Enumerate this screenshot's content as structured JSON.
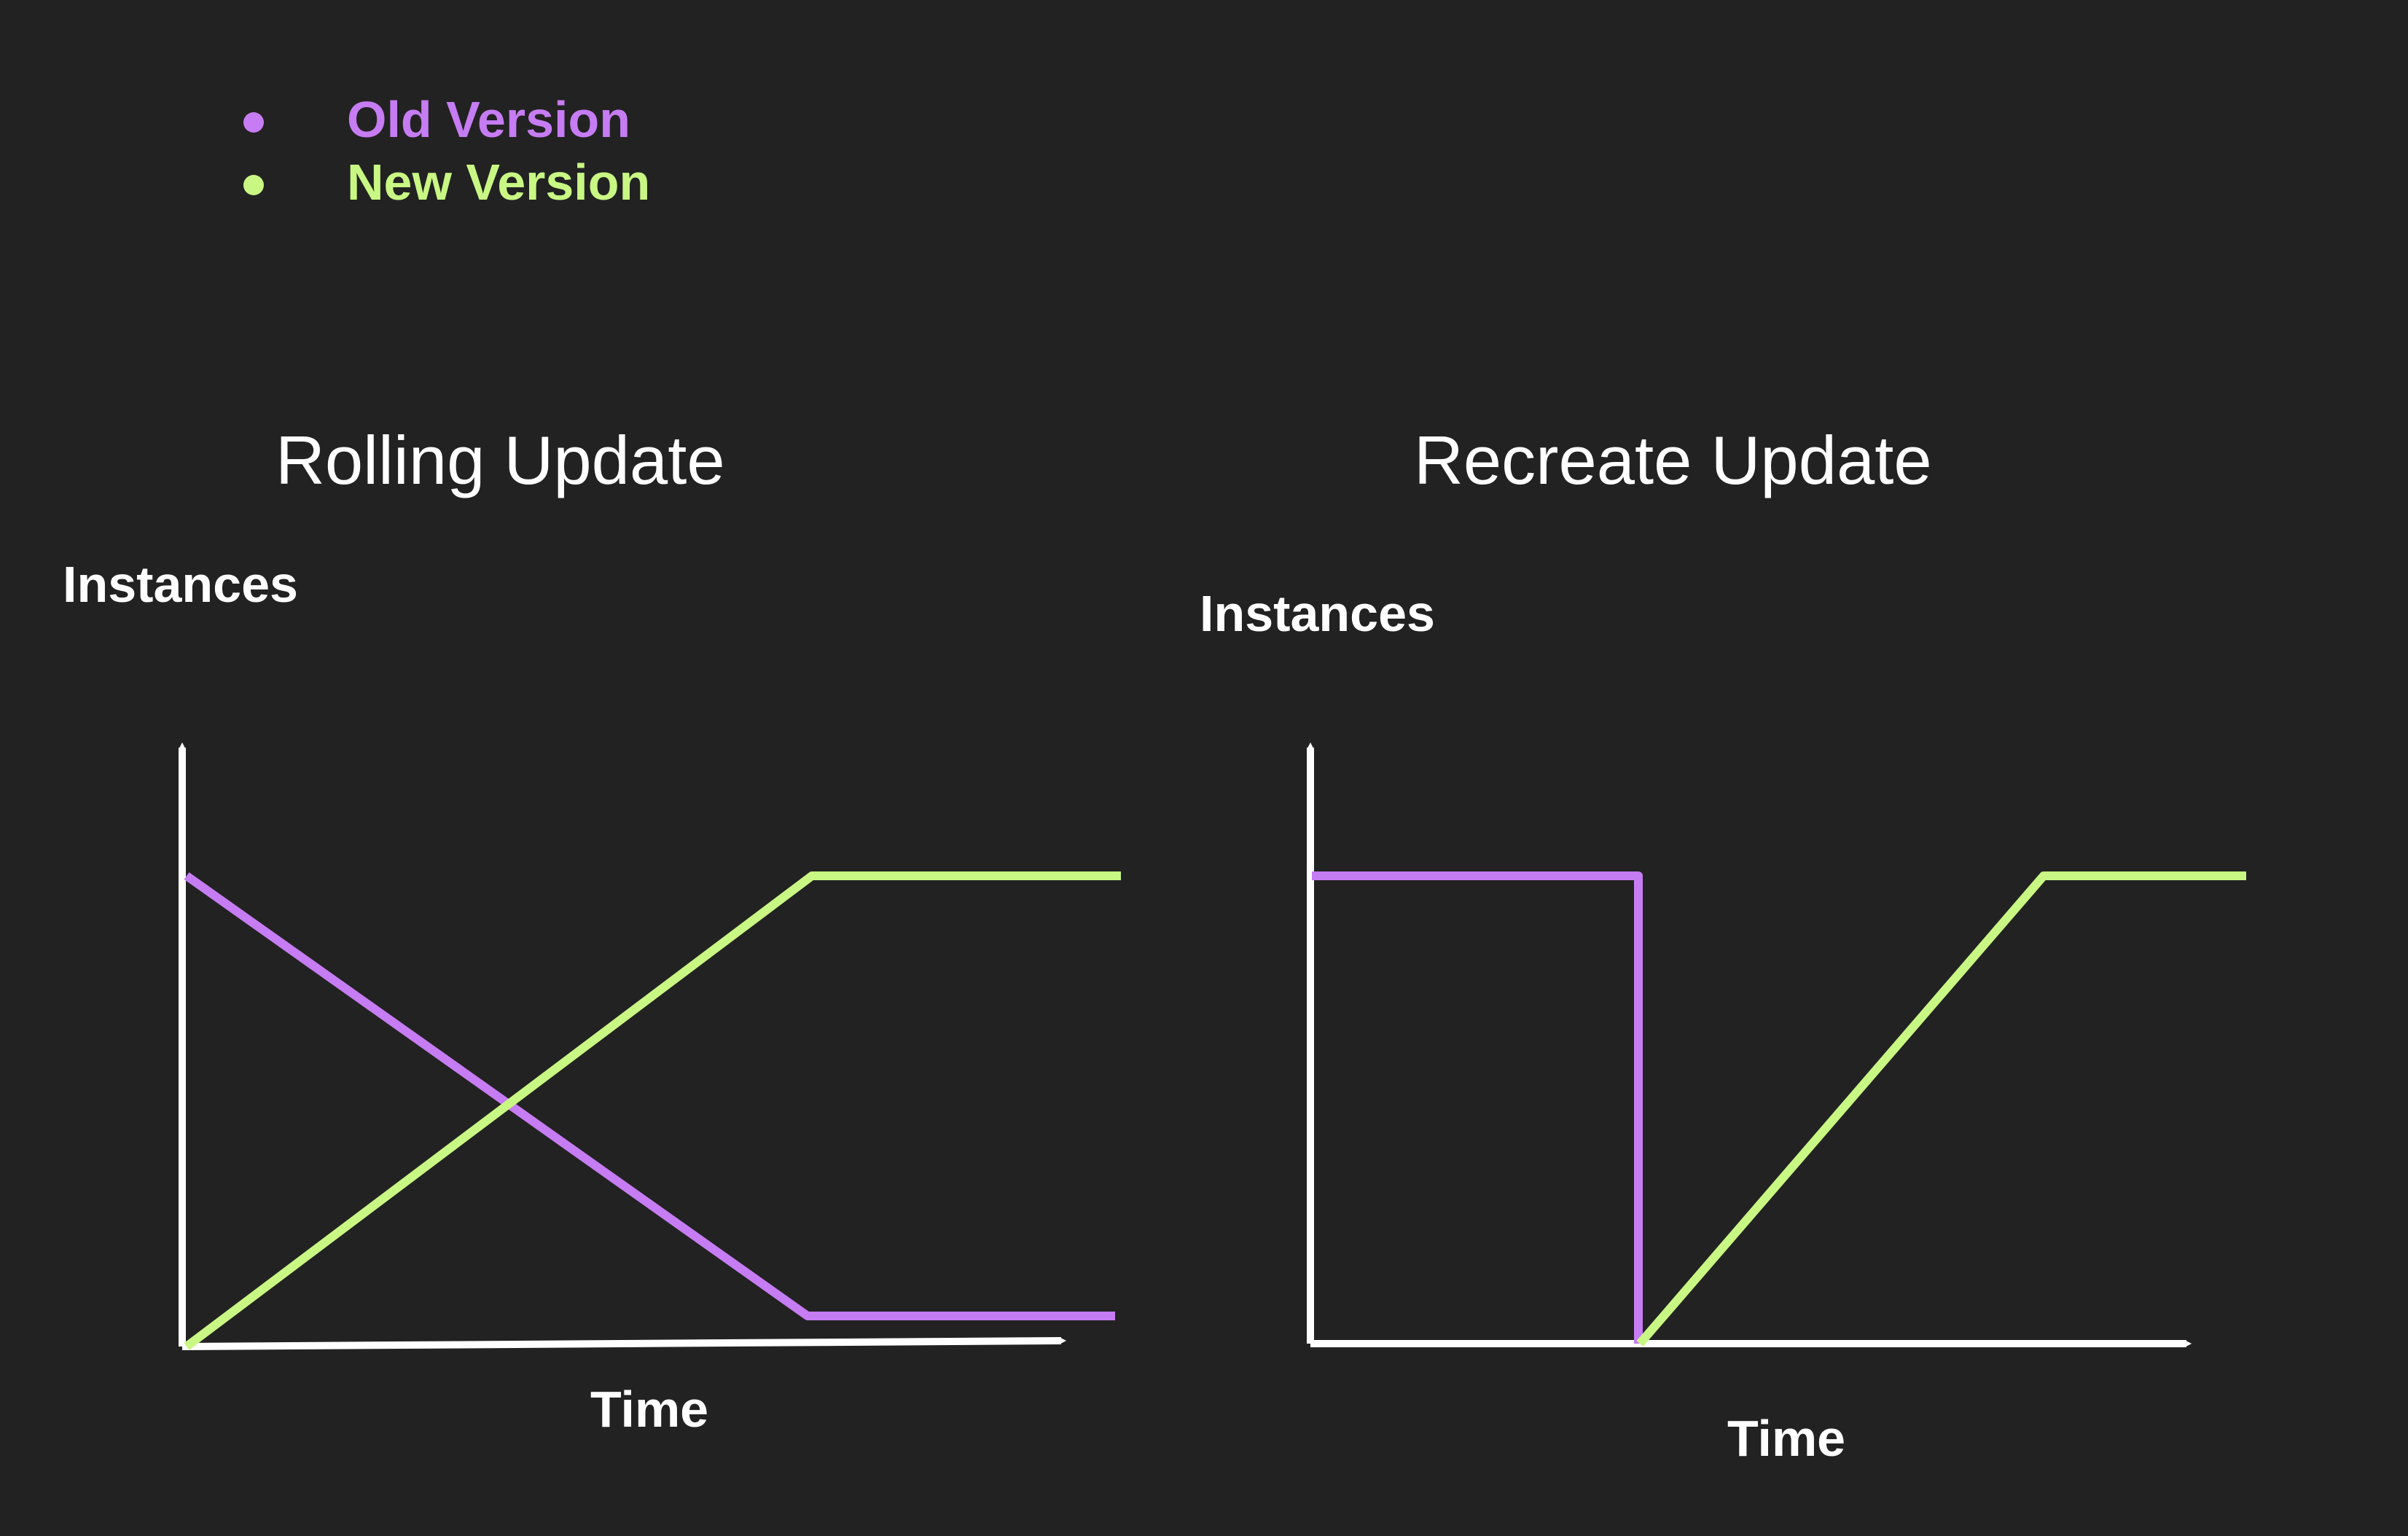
{
  "colors": {
    "background": "#222222",
    "axis": "#ffffff",
    "old_version": "#c67cf2",
    "new_version": "#c9f784"
  },
  "legend": {
    "items": [
      {
        "label": "Old Version",
        "color": "#c67cf2"
      },
      {
        "label": "New Version",
        "color": "#c9f784"
      }
    ]
  },
  "panels": [
    {
      "title": "Rolling Update",
      "ylabel": "Instances",
      "xlabel": "Time",
      "old_version_shape": "linear decrease from full to minimum, then flat",
      "new_version_shape": "linear increase from zero to full, then flat"
    },
    {
      "title": "Recreate Update",
      "ylabel": "Instances",
      "xlabel": "Time",
      "old_version_shape": "flat at full, then instant drop to zero",
      "new_version_shape": "linear increase from zero to full after old drops, then flat"
    }
  ]
}
